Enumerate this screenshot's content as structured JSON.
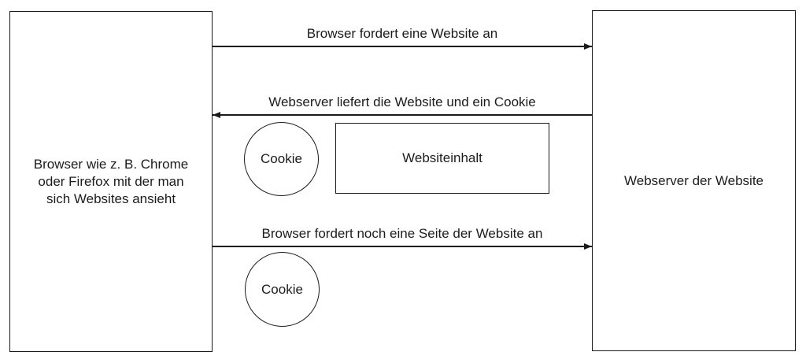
{
  "diagram": {
    "colors": {
      "background": "#ffffff",
      "stroke": "#1a1a1a",
      "text": "#1c1c1c"
    },
    "left_box": {
      "label": "Browser wie z. B. Chrome\noder Firefox mit der man\nsich Websites ansieht"
    },
    "right_box": {
      "label": "Webserver der Website"
    },
    "arrows": [
      {
        "label": "Browser fordert eine Website an",
        "direction": "right"
      },
      {
        "label": "Webserver liefert die Website und ein Cookie",
        "direction": "left"
      },
      {
        "label": "Browser fordert noch eine Seite der Website an",
        "direction": "right"
      }
    ],
    "cookie_top": {
      "label": "Cookie"
    },
    "website_content_box": {
      "label": "Websiteinhalt"
    },
    "cookie_bottom": {
      "label": "Cookie"
    }
  }
}
